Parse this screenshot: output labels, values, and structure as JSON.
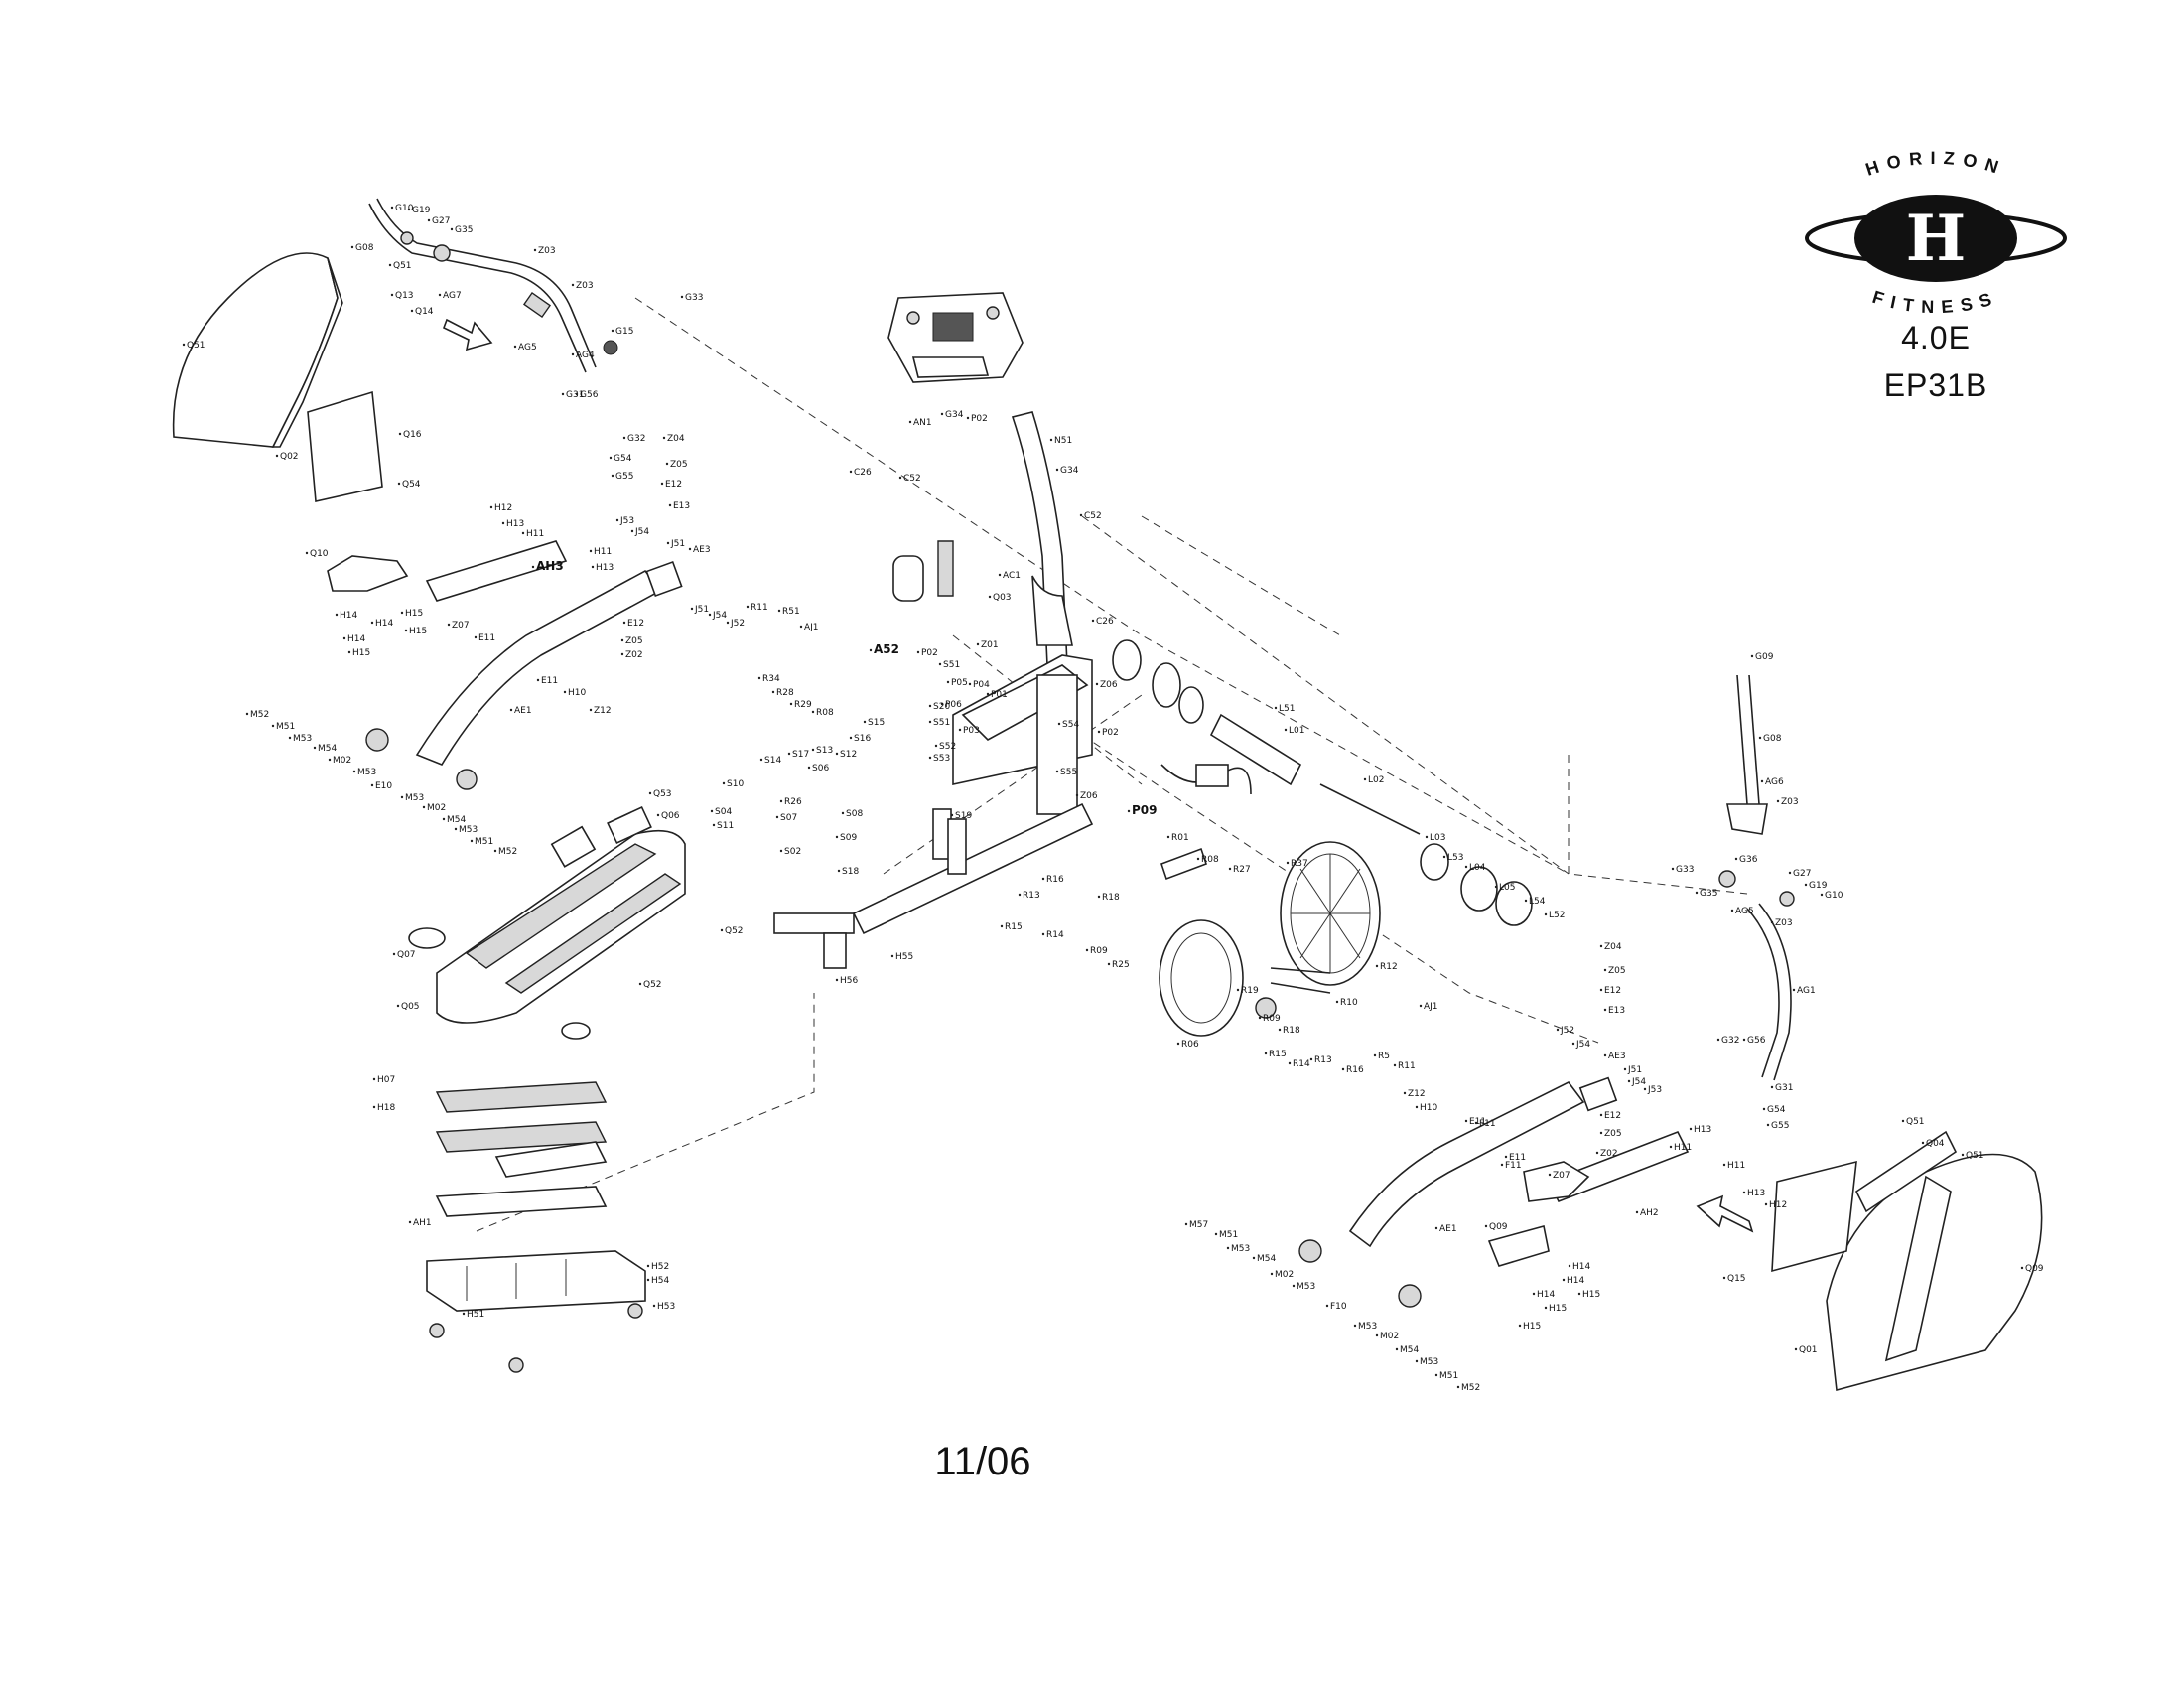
{
  "brand": {
    "top_word": "HORIZON",
    "bottom_word": "FITNESS",
    "monogram": "H"
  },
  "model_lines": [
    "4.0E",
    "EP31B"
  ],
  "date": "11/06",
  "labels": [
    {
      "id": "g10",
      "t": "G10"
    },
    {
      "id": "g19",
      "t": "G19"
    },
    {
      "id": "g27",
      "t": "G27"
    },
    {
      "id": "g35",
      "t": "G35"
    },
    {
      "id": "g08",
      "t": "G08"
    },
    {
      "id": "q51a",
      "t": "Q51"
    },
    {
      "id": "ag7",
      "t": "AG7"
    },
    {
      "id": "z03",
      "t": "Z03"
    },
    {
      "id": "q13",
      "t": "Q13"
    },
    {
      "id": "q14",
      "t": "Q14"
    },
    {
      "id": "ag5",
      "t": "AG5"
    },
    {
      "id": "z03b",
      "t": "Z03"
    },
    {
      "id": "g33",
      "t": "G33"
    },
    {
      "id": "g15",
      "t": "G15"
    },
    {
      "id": "ag4",
      "t": "AG4"
    },
    {
      "id": "q51b",
      "t": "Q51"
    },
    {
      "id": "q02",
      "t": "Q02"
    },
    {
      "id": "q16",
      "t": "Q16"
    },
    {
      "id": "q54",
      "t": "Q54"
    },
    {
      "id": "g31",
      "t": "G31"
    },
    {
      "id": "g56",
      "t": "G56"
    },
    {
      "id": "g32",
      "t": "G32"
    },
    {
      "id": "g54",
      "t": "G54"
    },
    {
      "id": "g55",
      "t": "G55"
    },
    {
      "id": "z04",
      "t": "Z04"
    },
    {
      "id": "z05",
      "t": "Z05"
    },
    {
      "id": "e12",
      "t": "E12"
    },
    {
      "id": "e13",
      "t": "E13"
    },
    {
      "id": "h12",
      "t": "H12"
    },
    {
      "id": "h13",
      "t": "H13"
    },
    {
      "id": "h11",
      "t": "H11"
    },
    {
      "id": "j53",
      "t": "J53"
    },
    {
      "id": "j54",
      "t": "J54"
    },
    {
      "id": "h11b",
      "t": "H11"
    },
    {
      "id": "h13b",
      "t": "H13"
    },
    {
      "id": "j51",
      "t": "J51"
    },
    {
      "id": "ae3",
      "t": "AE3"
    },
    {
      "id": "ah3",
      "t": "AH3"
    },
    {
      "id": "q10",
      "t": "Q10"
    },
    {
      "id": "h14",
      "t": "H14"
    },
    {
      "id": "h14b",
      "t": "H14"
    },
    {
      "id": "h15",
      "t": "H15"
    },
    {
      "id": "h14c",
      "t": "H14"
    },
    {
      "id": "h15b",
      "t": "H15"
    },
    {
      "id": "h15c",
      "t": "H15"
    },
    {
      "id": "z07",
      "t": "Z07"
    },
    {
      "id": "e11",
      "t": "E11"
    },
    {
      "id": "e12b",
      "t": "E12"
    },
    {
      "id": "z05b",
      "t": "Z05"
    },
    {
      "id": "z02",
      "t": "Z02"
    },
    {
      "id": "e11b",
      "t": "E11"
    },
    {
      "id": "h10",
      "t": "H10"
    },
    {
      "id": "z12",
      "t": "Z12"
    },
    {
      "id": "ae1",
      "t": "AE1"
    },
    {
      "id": "m52",
      "t": "M52"
    },
    {
      "id": "m51",
      "t": "M51"
    },
    {
      "id": "m53",
      "t": "M53"
    },
    {
      "id": "m54",
      "t": "M54"
    },
    {
      "id": "m02",
      "t": "M02"
    },
    {
      "id": "m53b",
      "t": "M53"
    },
    {
      "id": "e10",
      "t": "E10"
    },
    {
      "id": "m53c",
      "t": "M53"
    },
    {
      "id": "m02b",
      "t": "M02"
    },
    {
      "id": "m54b",
      "t": "M54"
    },
    {
      "id": "m53d",
      "t": "M53"
    },
    {
      "id": "m51b",
      "t": "M51"
    },
    {
      "id": "m52b",
      "t": "M52"
    },
    {
      "id": "j51b",
      "t": "J51"
    },
    {
      "id": "j54b",
      "t": "J54"
    },
    {
      "id": "j52",
      "t": "J52"
    },
    {
      "id": "r11",
      "t": "R11"
    },
    {
      "id": "r51",
      "t": "R51"
    },
    {
      "id": "aj1",
      "t": "AJ1"
    },
    {
      "id": "r34",
      "t": "R34"
    },
    {
      "id": "r28",
      "t": "R28"
    },
    {
      "id": "r29",
      "t": "R29"
    },
    {
      "id": "r08",
      "t": "R08"
    },
    {
      "id": "a52",
      "t": "A52"
    },
    {
      "id": "p02",
      "t": "P02"
    },
    {
      "id": "s51",
      "t": "S51"
    },
    {
      "id": "p05",
      "t": "P05"
    },
    {
      "id": "p04",
      "t": "P04"
    },
    {
      "id": "p06",
      "t": "P06"
    },
    {
      "id": "p01",
      "t": "P01"
    },
    {
      "id": "s20",
      "t": "S20"
    },
    {
      "id": "p03",
      "t": "P03"
    },
    {
      "id": "s15",
      "t": "S15"
    },
    {
      "id": "s16",
      "t": "S16"
    },
    {
      "id": "s51b",
      "t": "S51"
    },
    {
      "id": "s52",
      "t": "S52"
    },
    {
      "id": "s53",
      "t": "S53"
    },
    {
      "id": "s14",
      "t": "S14"
    },
    {
      "id": "s17",
      "t": "S17"
    },
    {
      "id": "s13",
      "t": "S13"
    },
    {
      "id": "s12",
      "t": "S12"
    },
    {
      "id": "s10",
      "t": "S10"
    },
    {
      "id": "s06",
      "t": "S06"
    },
    {
      "id": "s04",
      "t": "S04"
    },
    {
      "id": "r26",
      "t": "R26"
    },
    {
      "id": "s11",
      "t": "S11"
    },
    {
      "id": "s07",
      "t": "S07"
    },
    {
      "id": "s08",
      "t": "S08"
    },
    {
      "id": "s09",
      "t": "S09"
    },
    {
      "id": "s02",
      "t": "S02"
    },
    {
      "id": "s18",
      "t": "S18"
    },
    {
      "id": "s19",
      "t": "S19"
    },
    {
      "id": "z01",
      "t": "Z01"
    },
    {
      "id": "an1",
      "t": "AN1"
    },
    {
      "id": "g34",
      "t": "G34"
    },
    {
      "id": "p02b",
      "t": "P02"
    },
    {
      "id": "n51",
      "t": "N51"
    },
    {
      "id": "g34b",
      "t": "G34"
    },
    {
      "id": "c26",
      "t": "C26"
    },
    {
      "id": "c52",
      "t": "C52"
    },
    {
      "id": "c52b",
      "t": "C52"
    },
    {
      "id": "ac1",
      "t": "AC1"
    },
    {
      "id": "q03",
      "t": "Q03"
    },
    {
      "id": "c26b",
      "t": "C26"
    },
    {
      "id": "z06",
      "t": "Z06"
    },
    {
      "id": "l51",
      "t": "L51"
    },
    {
      "id": "l01",
      "t": "L01"
    },
    {
      "id": "l02",
      "t": "L02"
    },
    {
      "id": "l03",
      "t": "L03"
    },
    {
      "id": "l53",
      "t": "L53"
    },
    {
      "id": "l04",
      "t": "L04"
    },
    {
      "id": "l05",
      "t": "L05"
    },
    {
      "id": "l54",
      "t": "L54"
    },
    {
      "id": "l52",
      "t": "L52"
    },
    {
      "id": "p02c",
      "t": "P02"
    },
    {
      "id": "s54",
      "t": "S54"
    },
    {
      "id": "s55",
      "t": "S55"
    },
    {
      "id": "z06b",
      "t": "Z06"
    },
    {
      "id": "p09",
      "t": "P09"
    },
    {
      "id": "r01",
      "t": "R01"
    },
    {
      "id": "r08b",
      "t": "R08"
    },
    {
      "id": "r27",
      "t": "R27"
    },
    {
      "id": "r37",
      "t": "R37"
    },
    {
      "id": "r16",
      "t": "R16"
    },
    {
      "id": "r13",
      "t": "R13"
    },
    {
      "id": "r18",
      "t": "R18"
    },
    {
      "id": "r15",
      "t": "R15"
    },
    {
      "id": "r14",
      "t": "R14"
    },
    {
      "id": "r09",
      "t": "R09"
    },
    {
      "id": "r25",
      "t": "R25"
    },
    {
      "id": "r06",
      "t": "R06"
    },
    {
      "id": "r19",
      "t": "R19"
    },
    {
      "id": "r10",
      "t": "R10"
    },
    {
      "id": "r12",
      "t": "R12"
    },
    {
      "id": "r09b",
      "t": "R09"
    },
    {
      "id": "r18b",
      "t": "R18"
    },
    {
      "id": "r15b",
      "t": "R15"
    },
    {
      "id": "r14b",
      "t": "R14"
    },
    {
      "id": "r13b",
      "t": "R13"
    },
    {
      "id": "r16b",
      "t": "R16"
    },
    {
      "id": "aj1b",
      "t": "AJ1"
    },
    {
      "id": "r5",
      "t": "R5"
    },
    {
      "id": "r11b",
      "t": "R11"
    },
    {
      "id": "h55",
      "t": "H55"
    },
    {
      "id": "h56",
      "t": "H56"
    },
    {
      "id": "q53",
      "t": "Q53"
    },
    {
      "id": "q06",
      "t": "Q06"
    },
    {
      "id": "q52",
      "t": "Q52"
    },
    {
      "id": "q07",
      "t": "Q07"
    },
    {
      "id": "q05",
      "t": "Q05"
    },
    {
      "id": "q52b",
      "t": "Q52"
    },
    {
      "id": "h07",
      "t": "H07"
    },
    {
      "id": "h18",
      "t": "H18"
    },
    {
      "id": "ah1",
      "t": "AH1"
    },
    {
      "id": "h52",
      "t": "H52"
    },
    {
      "id": "h54",
      "t": "H54"
    },
    {
      "id": "h51",
      "t": "H51"
    },
    {
      "id": "h53",
      "t": "H53"
    },
    {
      "id": "g09",
      "t": "G09"
    },
    {
      "id": "g08b",
      "t": "G08"
    },
    {
      "id": "ag6",
      "t": "AG6"
    },
    {
      "id": "z03c",
      "t": "Z03"
    },
    {
      "id": "g33b",
      "t": "G33"
    },
    {
      "id": "g35b",
      "t": "G35"
    },
    {
      "id": "g36",
      "t": "G36"
    },
    {
      "id": "g27b",
      "t": "G27"
    },
    {
      "id": "g19b",
      "t": "G19"
    },
    {
      "id": "g10b",
      "t": "G10"
    },
    {
      "id": "ag5b",
      "t": "AG5"
    },
    {
      "id": "z03d",
      "t": "Z03"
    },
    {
      "id": "ag1",
      "t": "AG1"
    },
    {
      "id": "g32b",
      "t": "G32"
    },
    {
      "id": "g56b",
      "t": "G56"
    },
    {
      "id": "g31b",
      "t": "G31"
    },
    {
      "id": "g54b",
      "t": "G54"
    },
    {
      "id": "g55b",
      "t": "G55"
    },
    {
      "id": "z04b",
      "t": "Z04"
    },
    {
      "id": "z05c",
      "t": "Z05"
    },
    {
      "id": "e12c",
      "t": "E12"
    },
    {
      "id": "e13b",
      "t": "E13"
    },
    {
      "id": "j52b",
      "t": "J52"
    },
    {
      "id": "j54c",
      "t": "J54"
    },
    {
      "id": "ae3b",
      "t": "AE3"
    },
    {
      "id": "j51c",
      "t": "J51"
    },
    {
      "id": "j54d",
      "t": "J54"
    },
    {
      "id": "j53b",
      "t": "J53"
    },
    {
      "id": "e12d",
      "t": "E12"
    },
    {
      "id": "z05d",
      "t": "Z05"
    },
    {
      "id": "z02b",
      "t": "Z02"
    },
    {
      "id": "z12b",
      "t": "Z12"
    },
    {
      "id": "h10b",
      "t": "H10"
    },
    {
      "id": "e11c",
      "t": "E11"
    },
    {
      "id": "e11d",
      "t": "E11"
    },
    {
      "id": "z07b",
      "t": "Z07"
    },
    {
      "id": "h13c",
      "t": "H13"
    },
    {
      "id": "h11c",
      "t": "H11"
    },
    {
      "id": "h11d",
      "t": "H11"
    },
    {
      "id": "h13d",
      "t": "H13"
    },
    {
      "id": "h12b",
      "t": "H12"
    },
    {
      "id": "ah2",
      "t": "AH2"
    },
    {
      "id": "q51c",
      "t": "Q51"
    },
    {
      "id": "q04",
      "t": "Q04"
    },
    {
      "id": "q51d",
      "t": "Q51"
    },
    {
      "id": "q09",
      "t": "Q09"
    },
    {
      "id": "q15",
      "t": "Q15"
    },
    {
      "id": "q01",
      "t": "Q01"
    },
    {
      "id": "ae1b",
      "t": "AE1"
    },
    {
      "id": "q09b",
      "t": "Q09"
    },
    {
      "id": "h14d",
      "t": "H14"
    },
    {
      "id": "h15d",
      "t": "H15"
    },
    {
      "id": "h14e",
      "t": "H14"
    },
    {
      "id": "h15e",
      "t": "H15"
    },
    {
      "id": "h15f",
      "t": "H15"
    },
    {
      "id": "h14f",
      "t": "H14"
    },
    {
      "id": "m57",
      "t": "M57"
    },
    {
      "id": "m51c",
      "t": "M51"
    },
    {
      "id": "m53e",
      "t": "M53"
    },
    {
      "id": "m54c",
      "t": "M54"
    },
    {
      "id": "m02c",
      "t": "M02"
    },
    {
      "id": "m53f",
      "t": "M53"
    },
    {
      "id": "f10",
      "t": "F10"
    },
    {
      "id": "m53g",
      "t": "M53"
    },
    {
      "id": "m02d",
      "t": "M02"
    },
    {
      "id": "m54d",
      "t": "M54"
    },
    {
      "id": "m53h",
      "t": "M53"
    },
    {
      "id": "m51d",
      "t": "M51"
    },
    {
      "id": "m52c",
      "t": "M52"
    },
    {
      "id": "f11",
      "t": "F11"
    },
    {
      "id": "f11b",
      "t": "F11"
    }
  ]
}
